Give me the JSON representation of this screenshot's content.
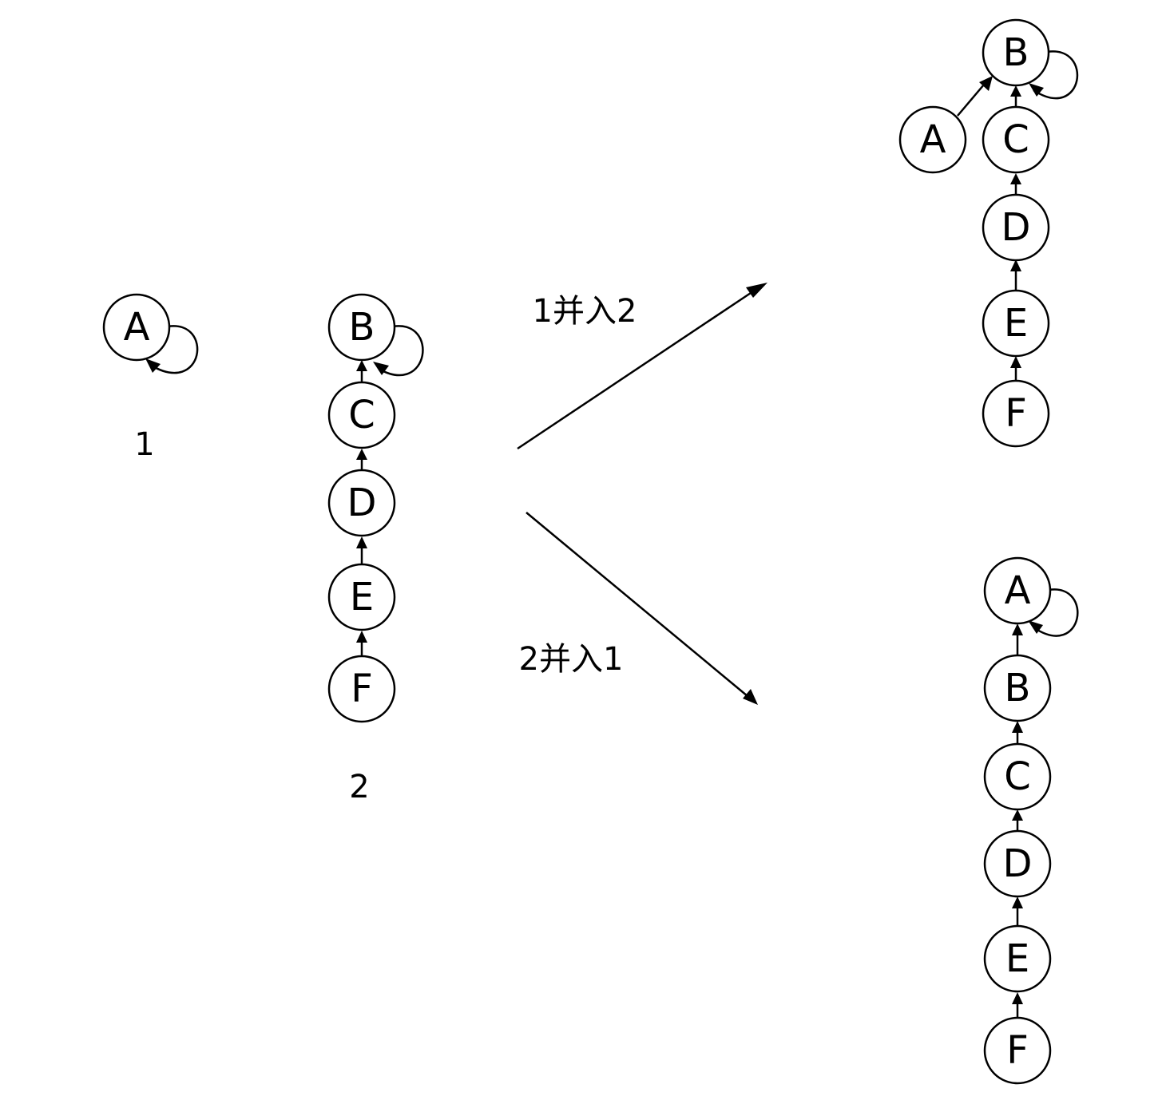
{
  "colors": {
    "stroke": "#000000",
    "fill": "#ffffff",
    "text": "#000000"
  },
  "labels": {
    "set_1": "1",
    "set_2": "2",
    "merge_1_into_2": "1并入2",
    "merge_2_into_1": "2并入1"
  },
  "nodes": {
    "a": "A",
    "b": "B",
    "c": "C",
    "d": "D",
    "e": "E",
    "f": "F"
  }
}
